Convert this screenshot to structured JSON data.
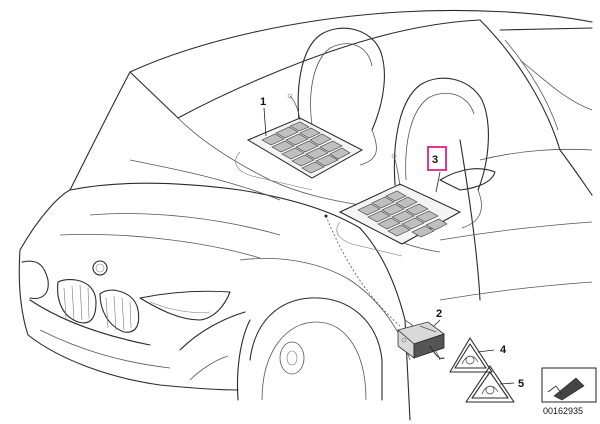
{
  "callouts": {
    "c1": "1",
    "c2": "2",
    "c3": "3",
    "c4": "4",
    "c5": "5"
  },
  "diagram_code": "00162935",
  "colors": {
    "highlight": "#e0208a",
    "line": "#2a2a2a",
    "heater_cell": "#bfbfbf"
  }
}
